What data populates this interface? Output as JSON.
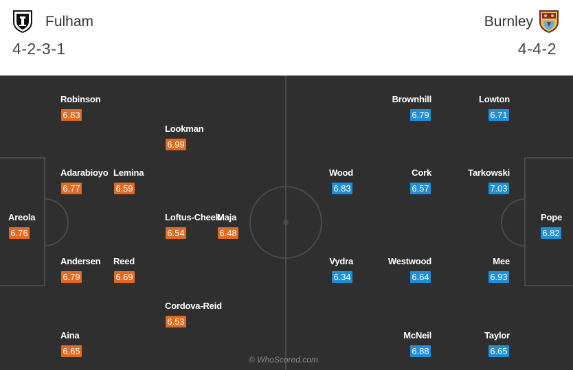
{
  "home": {
    "name": "Fulham",
    "formation": "4-2-3-1",
    "badge": "fulham-crest",
    "color": "#e06a1f",
    "players": [
      {
        "name": "Robinson",
        "rating": "6.83"
      },
      {
        "name": "Lookman",
        "rating": "6.99"
      },
      {
        "name": "Adarabioyo",
        "rating": "6.77"
      },
      {
        "name": "Lemina",
        "rating": "6.59"
      },
      {
        "name": "Areola",
        "rating": "6.76"
      },
      {
        "name": "Loftus-Cheek",
        "rating": "6.54"
      },
      {
        "name": "Maja",
        "rating": "6.48"
      },
      {
        "name": "Andersen",
        "rating": "6.79"
      },
      {
        "name": "Reed",
        "rating": "6.69"
      },
      {
        "name": "Cordova-Reid",
        "rating": "6.53"
      },
      {
        "name": "Aina",
        "rating": "6.65"
      }
    ]
  },
  "away": {
    "name": "Burnley",
    "formation": "4-4-2",
    "badge": "burnley-crest",
    "color": "#1e8fd8",
    "players": [
      {
        "name": "Brownhill",
        "rating": "6.79"
      },
      {
        "name": "Lowton",
        "rating": "6.71"
      },
      {
        "name": "Wood",
        "rating": "6.83"
      },
      {
        "name": "Cork",
        "rating": "6.57"
      },
      {
        "name": "Tarkowski",
        "rating": "7.03"
      },
      {
        "name": "Pope",
        "rating": "6.82"
      },
      {
        "name": "Vydra",
        "rating": "6.34"
      },
      {
        "name": "Westwood",
        "rating": "6.64"
      },
      {
        "name": "Mee",
        "rating": "6.93"
      },
      {
        "name": "McNeil",
        "rating": "6.88"
      },
      {
        "name": "Taylor",
        "rating": "6.65"
      }
    ]
  },
  "watermark": "© WhoScored.com"
}
